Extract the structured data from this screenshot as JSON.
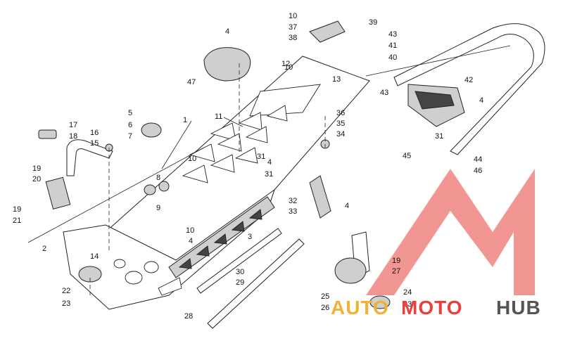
{
  "callouts": [
    "1",
    "2",
    "3",
    "4",
    "5",
    "6",
    "7",
    "8",
    "9",
    "10",
    "11",
    "12",
    "13",
    "14",
    "15",
    "16",
    "17",
    "18",
    "19",
    "20",
    "21",
    "22",
    "23",
    "24",
    "25",
    "26",
    "27",
    "28",
    "29",
    "30",
    "31",
    "32",
    "33",
    "34",
    "35",
    "36",
    "37",
    "38",
    "39",
    "40",
    "41",
    "42",
    "43",
    "44",
    "45",
    "46",
    "47"
  ],
  "watermark": {
    "part1": "AUTO",
    "part2": "MOTO",
    "part3": "HUB",
    "color_orange": "#f2b134",
    "color_red": "#e8413c",
    "color_grey": "#555555"
  }
}
